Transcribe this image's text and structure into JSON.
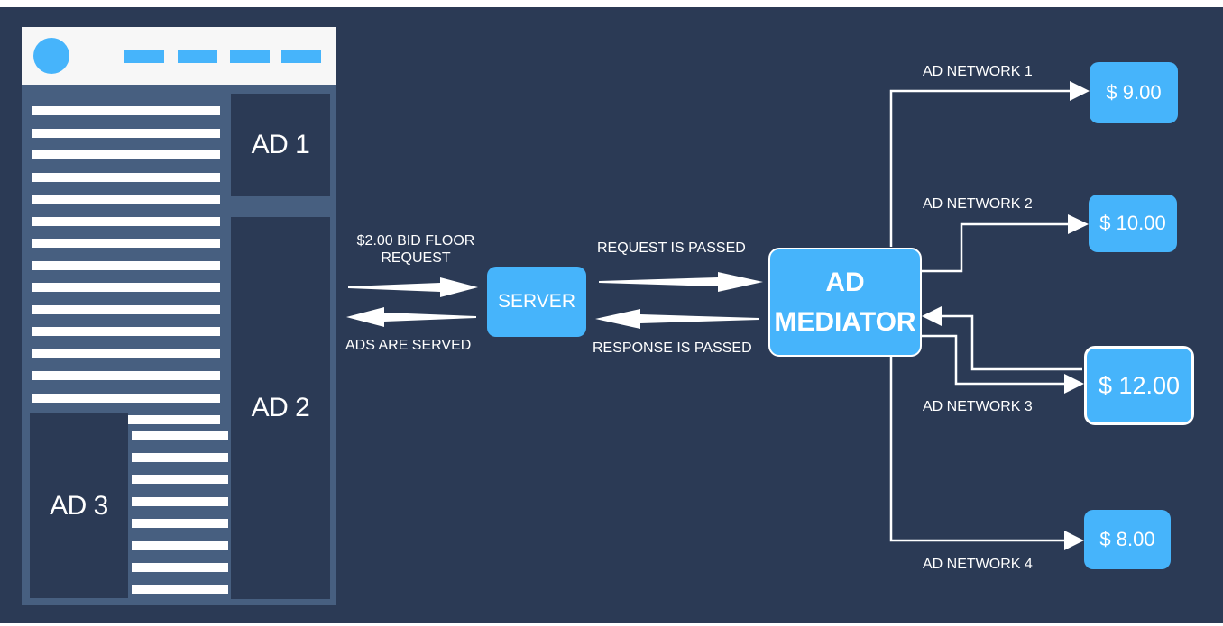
{
  "page": {
    "ad_slots": {
      "ad1": "AD 1",
      "ad2": "AD 2",
      "ad3": "AD 3"
    }
  },
  "flow": {
    "request_label_1": "$2.00 BID FLOOR",
    "request_label_2": "REQUEST",
    "served_label": "ADS ARE SERVED",
    "passed_label": "REQUEST IS PASSED",
    "response_label": "RESPONSE IS PASSED"
  },
  "server": {
    "label": "SERVER"
  },
  "mediator": {
    "line1": "AD",
    "line2": "MEDIATOR"
  },
  "networks": [
    {
      "label": "AD NETWORK 1",
      "bid": "$ 9.00"
    },
    {
      "label": "AD NETWORK 2",
      "bid": "$ 10.00"
    },
    {
      "label": "AD NETWORK 3",
      "bid": "$ 12.00",
      "winner": true
    },
    {
      "label": "AD NETWORK 4",
      "bid": "$ 8.00"
    }
  ],
  "colors": {
    "background": "#2b3a55",
    "accent": "#46b4fb",
    "page": "#475f80",
    "line": "#ffffff"
  }
}
